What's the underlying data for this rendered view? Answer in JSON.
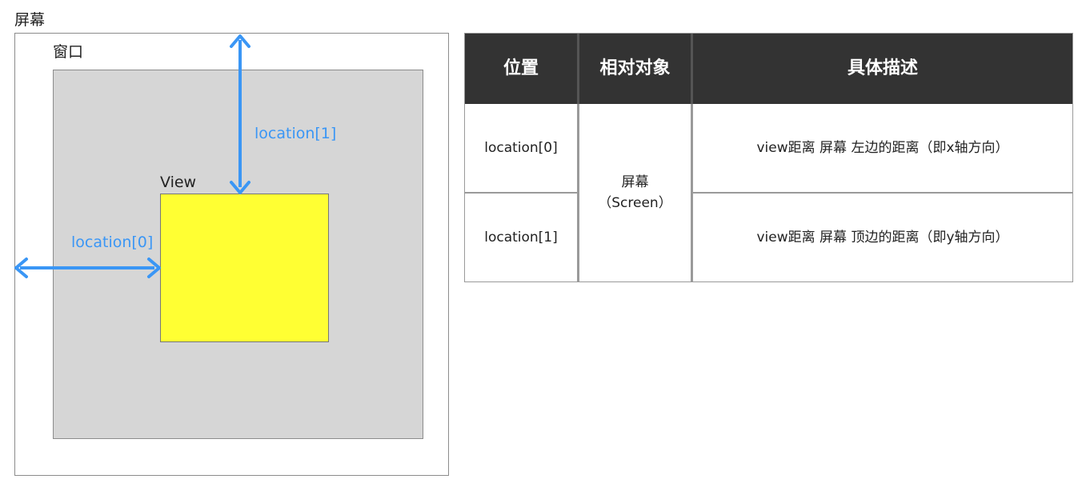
{
  "diagram": {
    "screen_label": "屏幕",
    "window_label": "窗口",
    "view_label": "View",
    "location0_label": "location[0]",
    "location1_label": "location[1]",
    "colors": {
      "arrow": "#3a96f5",
      "view_fill": "#ffff33",
      "window_fill": "#d6d6d6"
    }
  },
  "table": {
    "headers": [
      "位置",
      "相对对象",
      "具体描述"
    ],
    "rows": [
      {
        "position": "location[0]",
        "description": "view距离 屏幕 左边的距离（即x轴方向）"
      },
      {
        "position": "location[1]",
        "description": "view距离 屏幕 顶边的距离（即y轴方向）"
      }
    ],
    "relative_object": {
      "line1": "屏幕",
      "line2": "（Screen）"
    },
    "colors": {
      "header_bg": "#333333",
      "header_text": "#ffffff"
    }
  }
}
